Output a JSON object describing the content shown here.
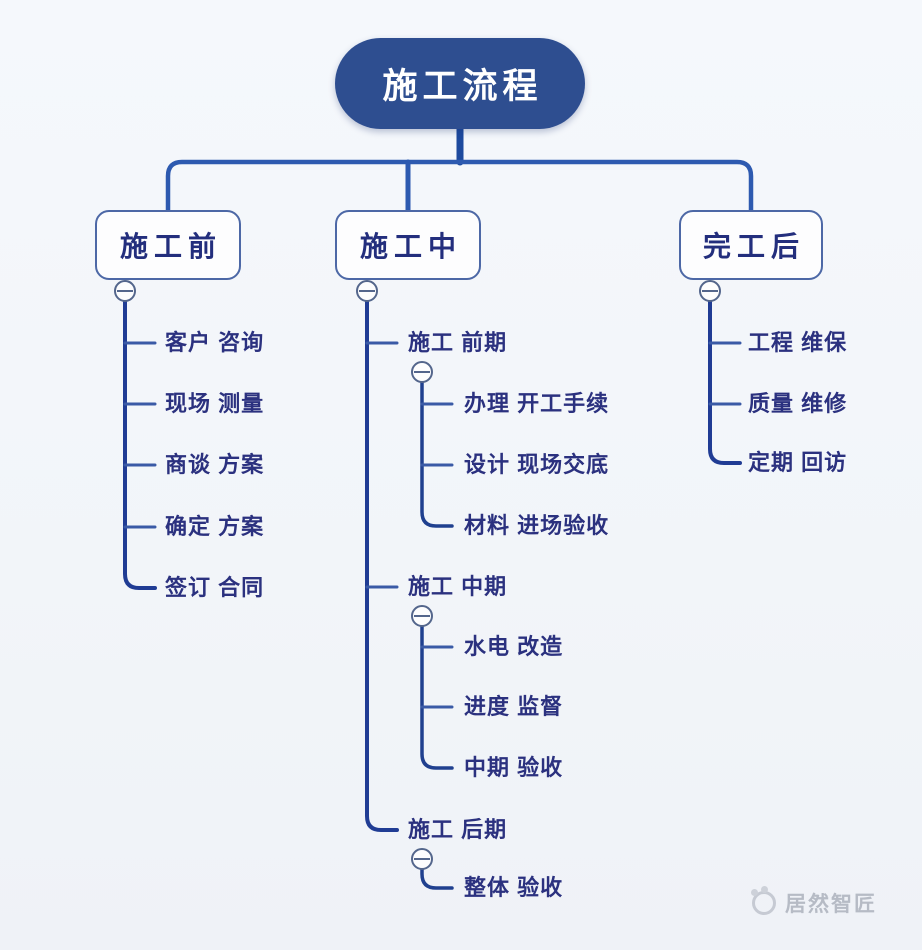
{
  "tree": {
    "root_label": "施工流程",
    "branches": [
      {
        "label": "施工前",
        "items": [
          {
            "label": "客户 咨询"
          },
          {
            "label": "现场 测量"
          },
          {
            "label": "商谈 方案"
          },
          {
            "label": "确定 方案"
          },
          {
            "label": "签订 合同"
          }
        ]
      },
      {
        "label": "施工中",
        "items": [
          {
            "label": "施工 前期",
            "items": [
              {
                "label": "办理 开工手续"
              },
              {
                "label": "设计 现场交底"
              },
              {
                "label": "材料 进场验收"
              }
            ]
          },
          {
            "label": "施工 中期",
            "items": [
              {
                "label": "水电 改造"
              },
              {
                "label": "进度 监督"
              },
              {
                "label": "中期 验收"
              }
            ]
          },
          {
            "label": "施工 后期",
            "items": [
              {
                "label": "整体 验收"
              }
            ]
          }
        ]
      },
      {
        "label": "完工后",
        "items": [
          {
            "label": "工程 维保"
          },
          {
            "label": "质量 维修"
          },
          {
            "label": "定期 回访"
          }
        ]
      }
    ]
  },
  "icons": {
    "collapse_toggle": "minus-circle"
  },
  "watermark": {
    "brand": "居然智匠"
  },
  "colors": {
    "root_fill": "#2e4e90",
    "root_text": "#ffffff",
    "box_border": "#4d68a6",
    "box_text": "#232e7d",
    "leaf_text": "#2b317f",
    "trunk_line": "#1d4a9e",
    "distributor_line": "#2d5ab0",
    "spine_line": "#203c94",
    "tick_line": "#3a5aa6",
    "toggle_border": "#54668c",
    "background": "#f2f5f9",
    "watermark_text": "#b6bbc5"
  }
}
